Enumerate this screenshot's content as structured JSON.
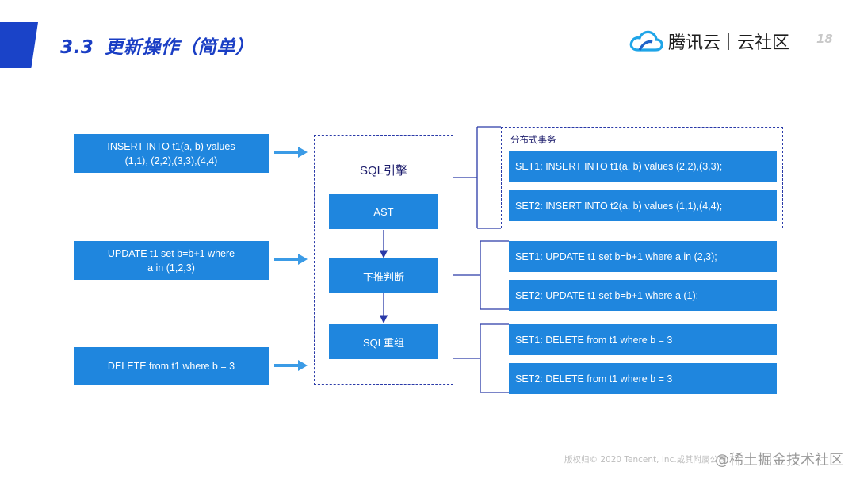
{
  "header": {
    "section_number": "3.3",
    "title": "更新操作（简单）",
    "brand_name": "腾讯云",
    "brand_sub": "云社区",
    "page_number": "18"
  },
  "inputs": [
    {
      "line1": "INSERT INTO t1(a, b) values",
      "line2": "(1,1), (2,2),(3,3),(4,4)"
    },
    {
      "line1": "UPDATE t1 set b=b+1 where",
      "line2": "a in (1,2,3)"
    },
    {
      "line1": "DELETE from t1 where b = 3",
      "line2": ""
    }
  ],
  "engine": {
    "title": "SQL引擎",
    "stages": [
      "AST",
      "下推判断",
      "SQL重组"
    ]
  },
  "transaction_label": "分布式事务",
  "outputs": [
    "SET1: INSERT INTO t1(a, b) values (2,2),(3,3);",
    "SET2: INSERT INTO t2(a, b) values (1,1),(4,4);",
    "SET1: UPDATE t1 set b=b+1 where a in (2,3);",
    "SET2: UPDATE t1 set b=b+1 where a (1);",
    "SET1: DELETE from t1 where b = 3",
    "SET2: DELETE from t1 where b = 3"
  ],
  "footer": {
    "copyright": "版权归© 2020 Tencent, Inc.或其附属公司",
    "watermark": "@稀土掘金技术社区"
  },
  "colors": {
    "accent": "#1a43c8",
    "box_blue": "#1f86de",
    "line_navy": "#2a3aa8",
    "arrow_blue": "#3b9be6"
  }
}
